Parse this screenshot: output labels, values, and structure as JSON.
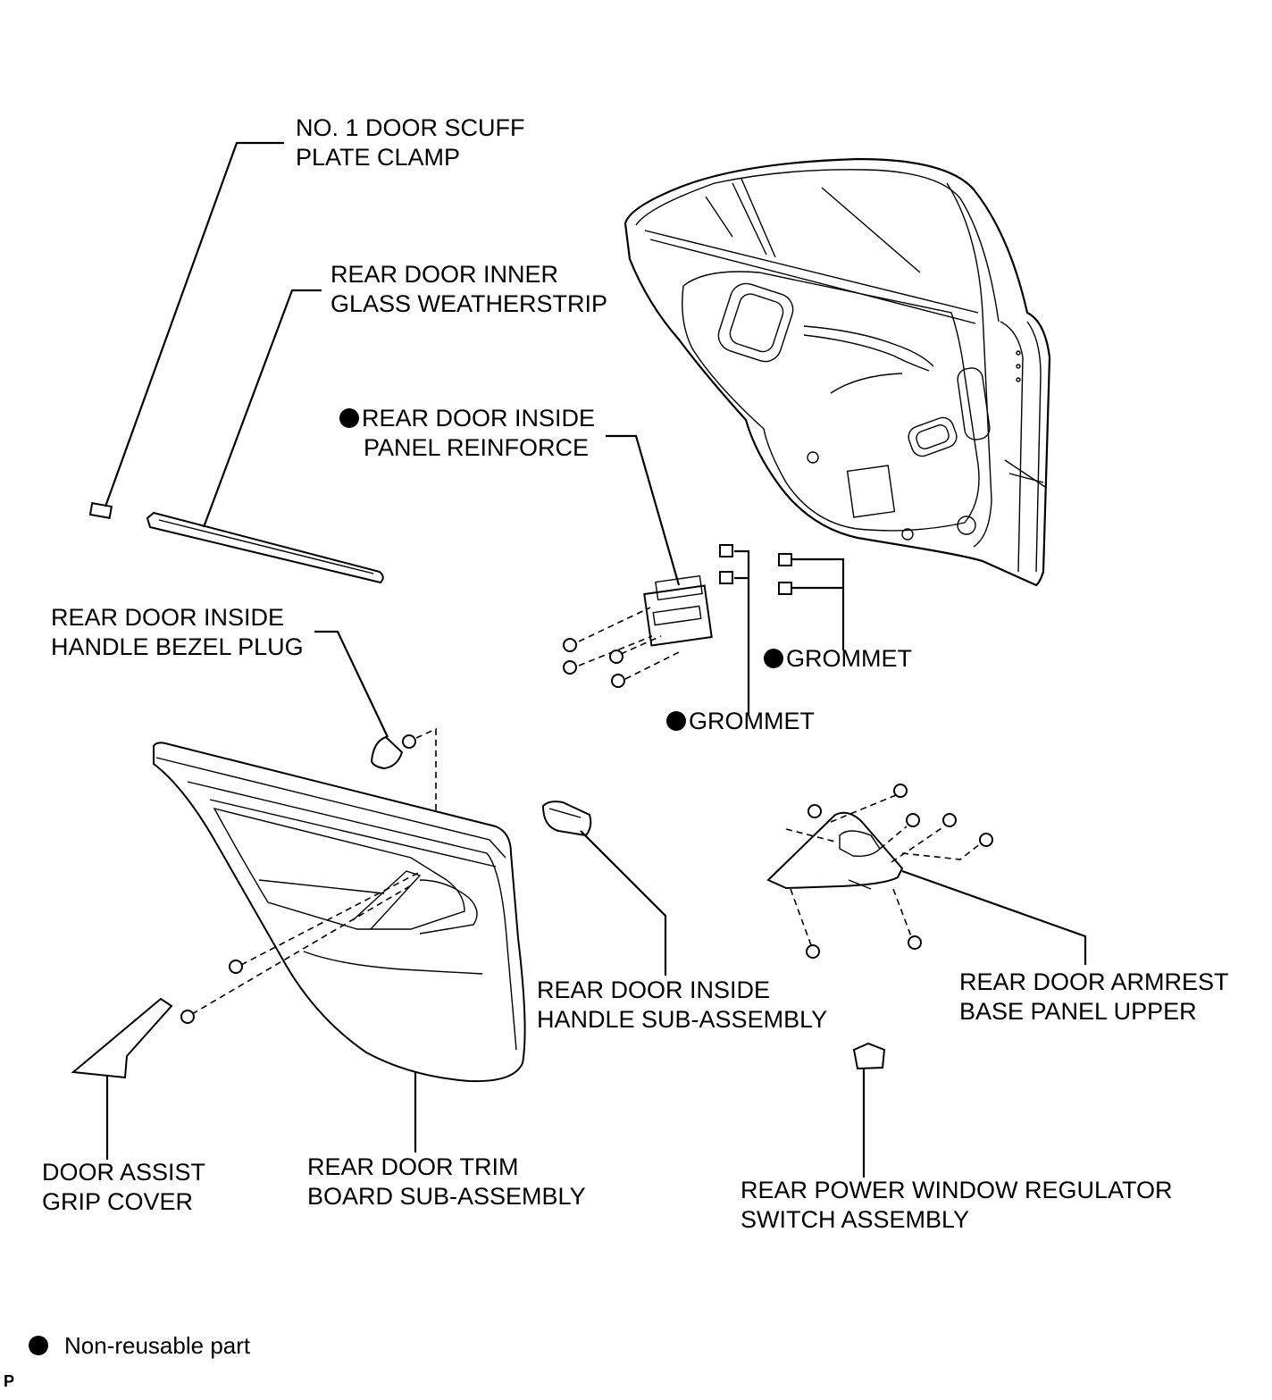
{
  "labels": {
    "scuff_clamp": [
      "NO. 1 DOOR SCUFF",
      "PLATE CLAMP"
    ],
    "inner_weatherstrip": [
      "REAR DOOR INNER",
      "GLASS WEATHERSTRIP"
    ],
    "panel_reinforce": [
      "REAR DOOR INSIDE",
      "PANEL REINFORCE"
    ],
    "bezel_plug": [
      "REAR DOOR INSIDE",
      "HANDLE BEZEL PLUG"
    ],
    "grommet_right": "GROMMET",
    "grommet_left": "GROMMET",
    "inside_handle": [
      "REAR DOOR INSIDE",
      "HANDLE SUB-ASSEMBLY"
    ],
    "armrest_panel": [
      "REAR DOOR ARMREST",
      "BASE PANEL UPPER"
    ],
    "assist_grip_cover": [
      "DOOR ASSIST",
      "GRIP COVER"
    ],
    "trim_board": [
      "REAR DOOR TRIM",
      "BOARD SUB-ASSEMBLY"
    ],
    "window_switch": [
      "REAR POWER WINDOW REGULATOR",
      "SWITCH ASSEMBLY"
    ]
  },
  "non_reusable_marked": [
    "panel_reinforce",
    "grommet_right",
    "grommet_left"
  ],
  "legend": {
    "symbol": "black-dot-icon",
    "text": "Non-reusable part"
  },
  "corner_mark": "P"
}
